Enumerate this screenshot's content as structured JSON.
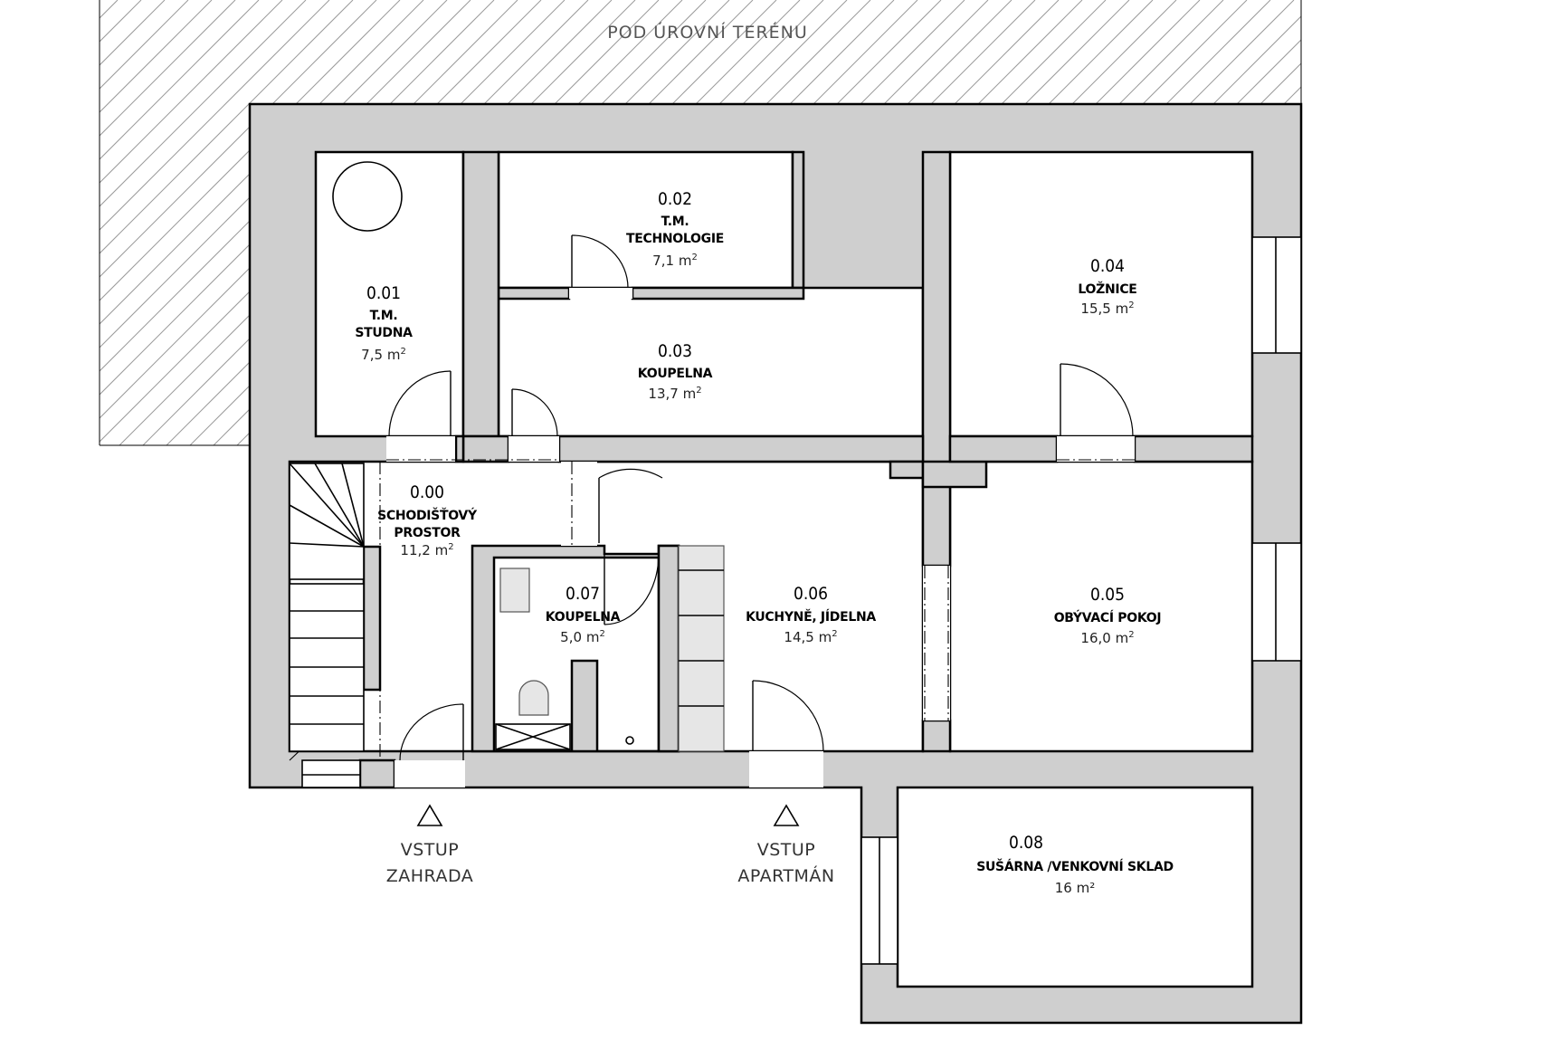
{
  "labels": {
    "terrain": "POD ÚROVNÍ TERÉNU",
    "entry_garden_line1": "VSTUP",
    "entry_garden_line2": "ZAHRADA",
    "entry_apartment_line1": "VSTUP",
    "entry_apartment_line2": "APARTMÁN"
  },
  "rooms": [
    {
      "id": "0.00",
      "name_line1": "SCHODIŠŤOVÝ",
      "name_line2": "PROSTOR",
      "area": "11,2",
      "unit": "m",
      "unit_sup": "2"
    },
    {
      "id": "0.01",
      "name_line1": "T.M.",
      "name_line2": "STUDNA",
      "area": "7,5",
      "unit": "m",
      "unit_sup": "2"
    },
    {
      "id": "0.02",
      "name_line1": "T.M.",
      "name_line2": "TECHNOLOGIE",
      "area": "7,1",
      "unit": "m",
      "unit_sup": "2"
    },
    {
      "id": "0.03",
      "name_line1": "KOUPELNA",
      "name_line2": "",
      "area": "13,7",
      "unit": "m",
      "unit_sup": "2"
    },
    {
      "id": "0.04",
      "name_line1": "LOŽNICE",
      "name_line2": "",
      "area": "15,5",
      "unit": "m",
      "unit_sup": "2"
    },
    {
      "id": "0.05",
      "name_line1": "OBÝVACÍ POKOJ",
      "name_line2": "",
      "area": "16,0",
      "unit": "m",
      "unit_sup": "2"
    },
    {
      "id": "0.06",
      "name_line1": "KUCHYNĚ, JÍDELNA",
      "name_line2": "",
      "area": "14,5",
      "unit": "m",
      "unit_sup": "2"
    },
    {
      "id": "0.07",
      "name_line1": "KOUPELNA",
      "name_line2": "",
      "area": "5,0",
      "unit": "m",
      "unit_sup": "2"
    },
    {
      "id": "0.08",
      "name_line1": "SUŠÁRNA /VENKOVNÍ SKLAD",
      "name_line2": "",
      "area": "16 m²",
      "unit": "",
      "unit_sup": ""
    }
  ],
  "colors": {
    "wall_fill": "#cfcfcf",
    "line": "#000000",
    "hatch": "#9a9a9a"
  }
}
